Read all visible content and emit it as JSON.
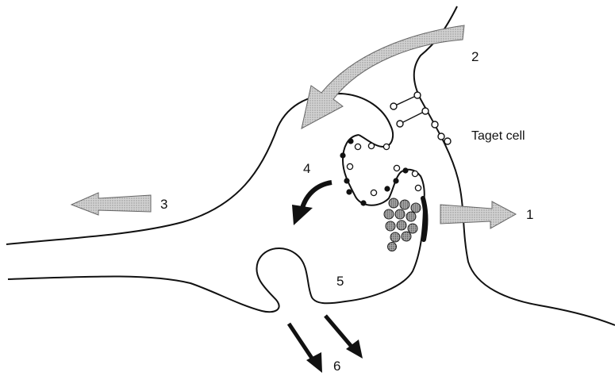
{
  "labels": {
    "n1": "1",
    "n2": "2",
    "n3": "3",
    "n4": "4",
    "n5": "5",
    "n6": "6",
    "target_cell": "Taget cell"
  },
  "colors": {
    "line": "#111111",
    "arrow_fill": "#bdbdbd",
    "vesicle_fill": "#8a8a8a",
    "background": "#ffffff"
  }
}
